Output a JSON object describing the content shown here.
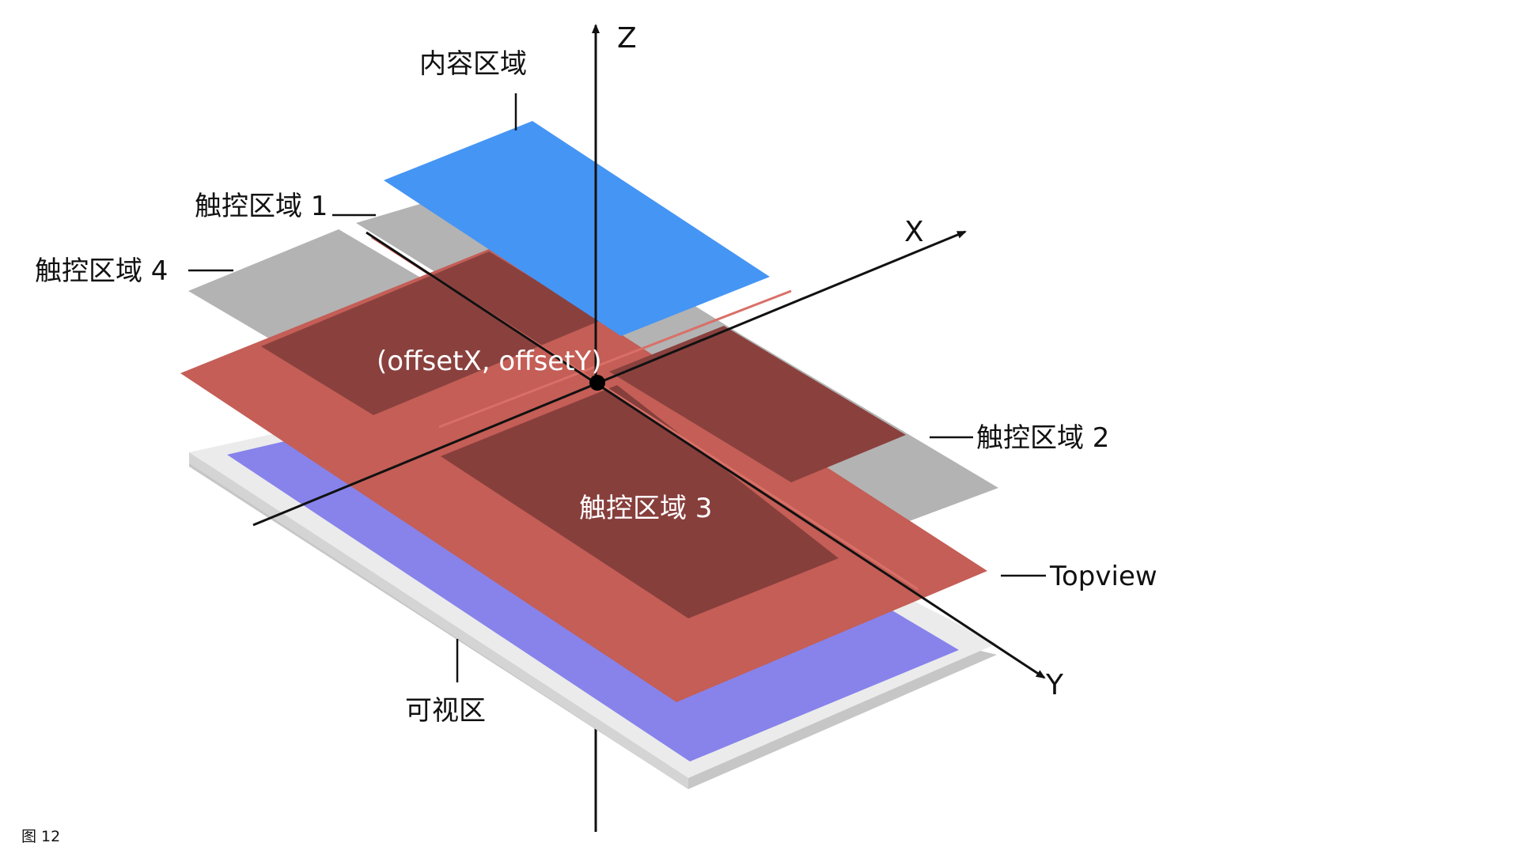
{
  "labels": {
    "content_area": "内容区域",
    "touch_area_1": "触控区域 1",
    "touch_area_2": "触控区域 2",
    "touch_area_3": "触控区域 3",
    "touch_area_4": "触控区域 4",
    "topview": "Topview",
    "visible_area": "可视区",
    "origin": "(offsetX, offsetY)"
  },
  "axes": {
    "x": "X",
    "y": "Y",
    "z": "Z"
  },
  "caption": "图 12",
  "colors": {
    "content_area": "#4595F4",
    "touch_area_gray": "#B3B3B3",
    "topview": "#C45E56",
    "touch_area_3": "#873F3C",
    "overlap_dark": "#8A413E",
    "visible_area": "#8783EB",
    "device_frame": "#EBEBEB",
    "device_edge": "#C6C6C6",
    "axis": "#111111"
  }
}
